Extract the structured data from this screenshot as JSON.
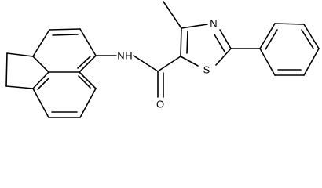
{
  "molecule": {
    "atoms": {
      "amide_nh": "N",
      "amide_h": "H",
      "carbonyl_o": "O",
      "ring_s": "S",
      "ring_n": "N"
    },
    "colors": {
      "bond": "#000000",
      "background": "#ffffff"
    }
  }
}
